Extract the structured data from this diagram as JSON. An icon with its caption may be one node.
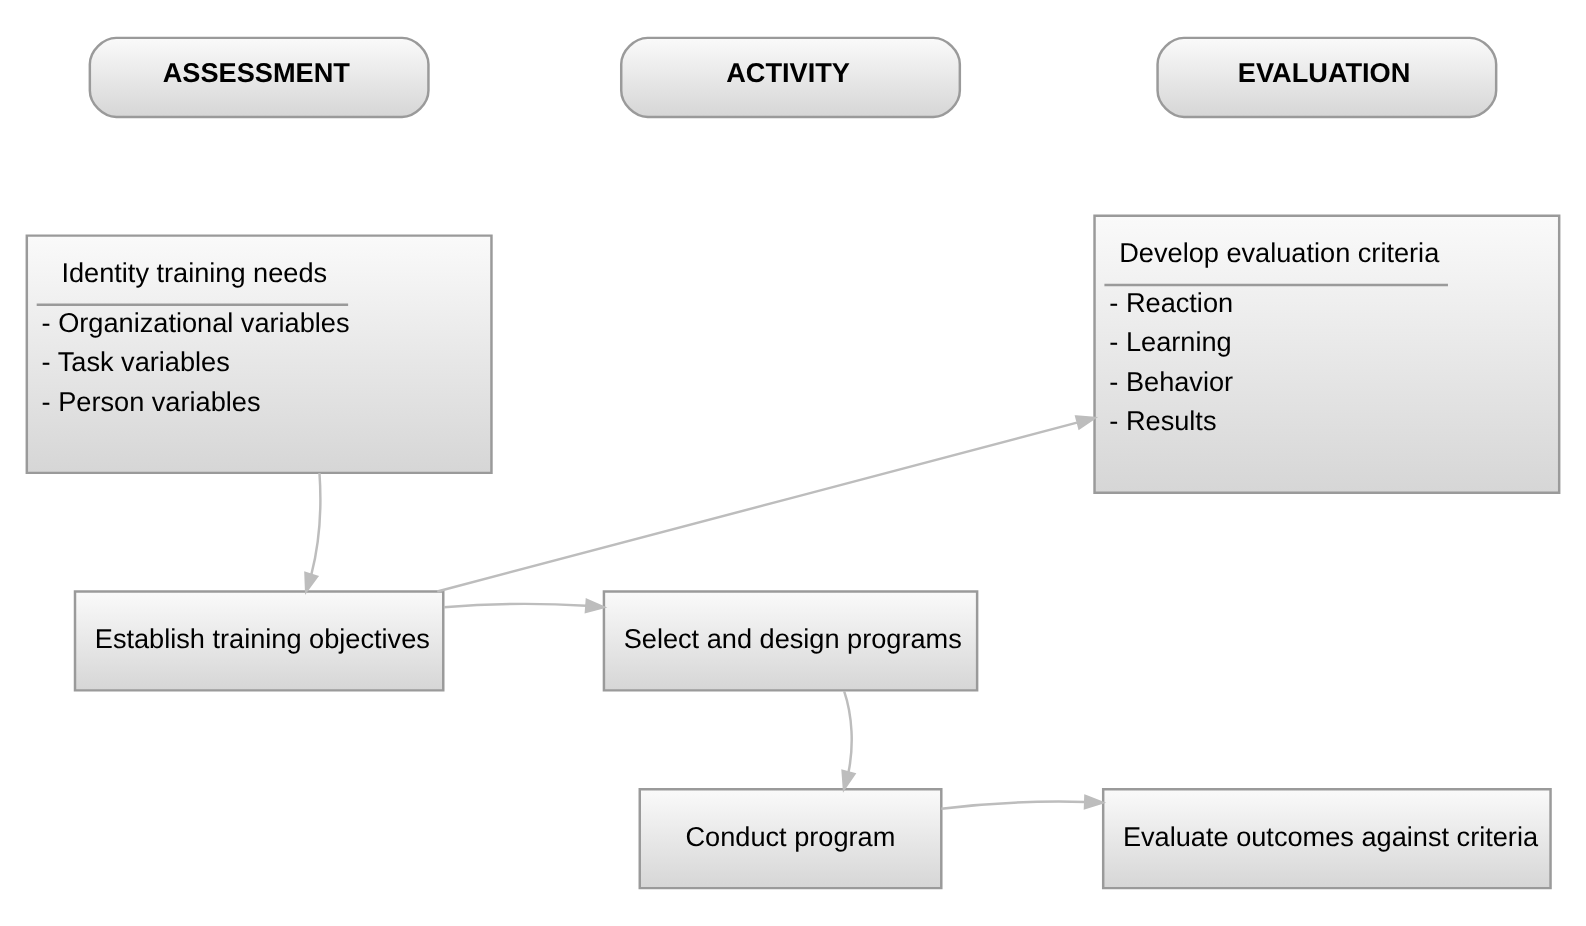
{
  "diagram": {
    "nodes": [
      {
        "text": [
          "ASSESSMENT"
        ]
      },
      {
        "text": [
          "ACTIVITY"
        ]
      },
      {
        "text": [
          "EVALUATION"
        ]
      },
      {
        "text": [
          "Identity training needs",
          "- Organizational variables",
          "- Task variables",
          "- Person variables"
        ]
      },
      {
        "text": [
          "Develop evaluation criteria",
          "- Reaction",
          "- Learning",
          "- Behavior",
          "- Results"
        ]
      },
      {
        "text": [
          "Establish training objectives"
        ]
      },
      {
        "text": [
          "Select and design programs"
        ]
      },
      {
        "text": [
          "Conduct program"
        ]
      },
      {
        "text": [
          "Evaluate outcomes against criteria"
        ]
      }
    ],
    "edges": [
      {
        "from": 3,
        "to": 5,
        "arrow": "to"
      },
      {
        "from": 5,
        "to": 4,
        "arrow": "to"
      },
      {
        "from": 5,
        "to": 6,
        "arrow": "to"
      },
      {
        "from": 6,
        "to": 7,
        "arrow": "to"
      },
      {
        "from": 7,
        "to": 8,
        "arrow": "to"
      }
    ]
  }
}
